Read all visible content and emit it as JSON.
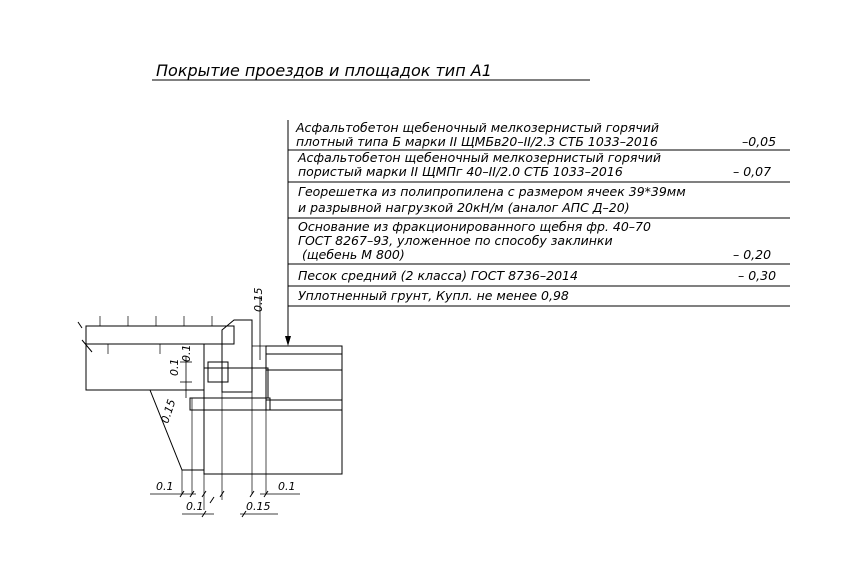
{
  "title": "Покрытие проездов и площадок тип А1",
  "layers": [
    {
      "lines": [
        "Асфальтобетон щебеночный мелкозернистый горячий",
        "плотный типа Б марки II ЩМБв20–II/2.3 СТБ 1033–2016"
      ],
      "thickness": "–0,05"
    },
    {
      "lines": [
        "Асфальтобетон щебеночный мелкозернистый горячий",
        "пористый марки II ЩМПг 40–II/2.0 СТБ 1033–2016"
      ],
      "thickness": "– 0,07"
    },
    {
      "lines": [
        "Георешетка из полипропилена с размером ячеек 39*39мм",
        "и разрывной нагрузкой 20кН/м (аналог АПС Д–20)"
      ],
      "thickness": ""
    },
    {
      "lines": [
        "Основание из фракционированного щебня фр. 40–70",
        "ГОСТ 8267–93, уложенное по способу заклинки",
        " (щебень М 800)"
      ],
      "thickness": "– 0,20"
    },
    {
      "lines": [
        "Песок средний (2 класса) ГОСТ 8736–2014"
      ],
      "thickness": "– 0,30"
    },
    {
      "lines": [
        "Уплотненный грунт, Купл. не менее 0,98"
      ],
      "thickness": ""
    }
  ],
  "dimensions": {
    "curb_top": "0.15",
    "vertical_a": "0.1",
    "vertical_b": "0.1",
    "slope": "0.15",
    "bottom_left": "0.1",
    "bottom_right": "0.1",
    "bottom_mid_left": "0.1",
    "bottom_mid_right": "0.15"
  }
}
